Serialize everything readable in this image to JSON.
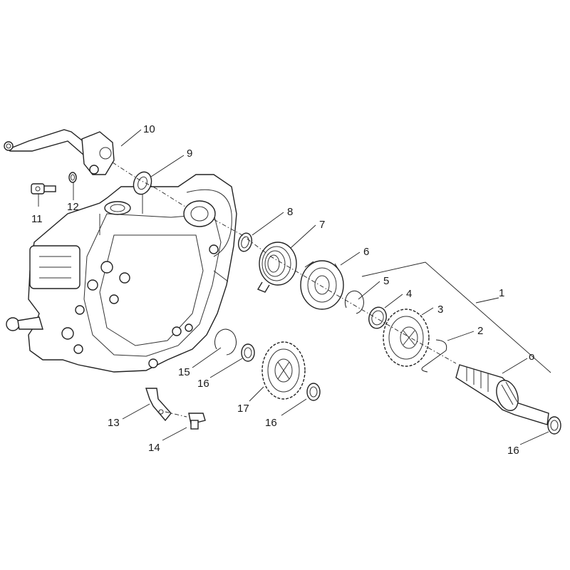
{
  "callouts": {
    "c1": "1",
    "c2": "2",
    "c3": "3",
    "c4": "4",
    "c5": "5",
    "c6": "6",
    "c7": "7",
    "c8": "8",
    "c9": "9",
    "c10": "10",
    "c11": "11",
    "c12": "12",
    "c13": "13",
    "c14": "14",
    "c15": "15",
    "c16a": "16",
    "c16b": "16",
    "c16c": "16",
    "c17": "17",
    "c0": "o"
  }
}
